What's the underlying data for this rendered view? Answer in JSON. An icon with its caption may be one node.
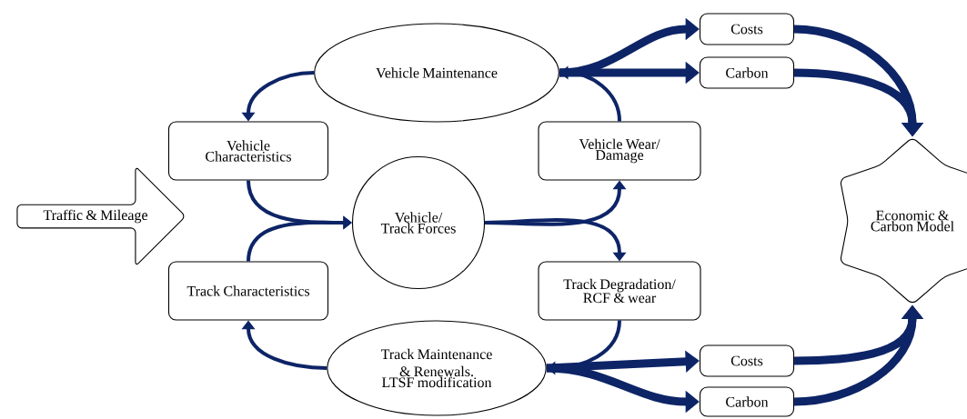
{
  "diagram": {
    "nodes": [
      {
        "text": [
          "Traffic & Mileage"
        ]
      },
      {
        "text": [
          "Vehicle Maintenance"
        ]
      },
      {
        "text": [
          "Costs"
        ]
      },
      {
        "text": [
          "Carbon"
        ]
      },
      {
        "text": [
          "Vehicle Characteristics"
        ]
      },
      {
        "text": [
          "Vehicle Wear/ Damage"
        ]
      },
      {
        "text": [
          "Vehicle/ Track Forces"
        ]
      },
      {
        "text": [
          "Economic & Carbon Model"
        ]
      },
      {
        "text": [
          "Track Characteristics"
        ]
      },
      {
        "text": [
          "Track Degradation/ RCF & wear"
        ]
      },
      {
        "text": [
          "Track Maintenance & Renewals.",
          "LTSF modification"
        ]
      },
      {
        "text": [
          "Costs"
        ]
      },
      {
        "text": [
          "Carbon"
        ]
      }
    ],
    "edges": [
      {
        "from": 1,
        "to": 4,
        "arrow": "to"
      },
      {
        "from": 4,
        "to": 6,
        "arrow": "to"
      },
      {
        "from": 8,
        "to": 6,
        "arrow": "to"
      },
      {
        "from": 6,
        "to": 5,
        "arrow": "to"
      },
      {
        "from": 6,
        "to": 9,
        "arrow": "to"
      },
      {
        "from": 5,
        "to": 1,
        "arrow": "to"
      },
      {
        "from": 1,
        "to": 2,
        "arrow": "to",
        "style": "thick"
      },
      {
        "from": 1,
        "to": 3,
        "arrow": "to",
        "style": "thick"
      },
      {
        "from": 2,
        "to": 7,
        "arrow": "to",
        "style": "thick"
      },
      {
        "from": 3,
        "to": 7,
        "arrow": "to",
        "style": "thick"
      },
      {
        "from": 9,
        "to": 10,
        "arrow": "to"
      },
      {
        "from": 10,
        "to": 8,
        "arrow": "to"
      },
      {
        "from": 10,
        "to": 11,
        "arrow": "to",
        "style": "thick"
      },
      {
        "from": 10,
        "to": 12,
        "arrow": "to",
        "style": "thick"
      },
      {
        "from": 11,
        "to": 7,
        "arrow": "to",
        "style": "thick"
      },
      {
        "from": 12,
        "to": 7,
        "arrow": "to",
        "style": "thick"
      }
    ]
  }
}
